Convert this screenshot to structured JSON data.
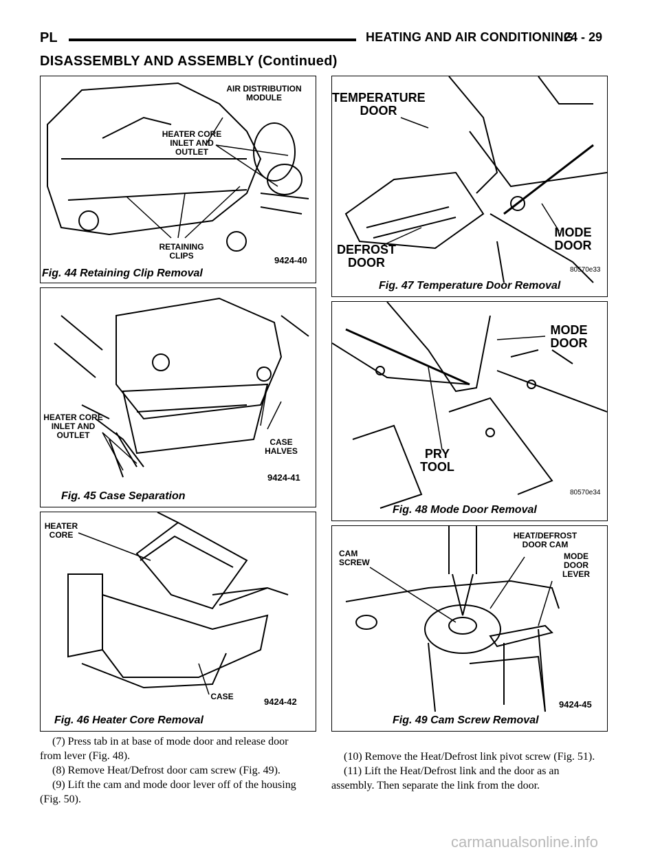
{
  "header": {
    "left": "PL",
    "right": "HEATING AND AIR CONDITIONING",
    "page": "24 - 29"
  },
  "section_title": "DISASSEMBLY AND ASSEMBLY (Continued)",
  "figures": {
    "fig44": {
      "caption": "Fig. 44 Retaining Clip Removal",
      "code": "9424-40",
      "labels": {
        "air_distribution": "AIR DISTRIBUTION\nMODULE",
        "heater_core": "HEATER CORE\nINLET AND\nOUTLET",
        "retaining_clips": "RETAINING\nCLIPS"
      }
    },
    "fig45": {
      "caption": "Fig. 45 Case Separation",
      "code": "9424-41",
      "labels": {
        "heater_core": "HEATER CORE\nINLET AND\nOUTLET",
        "case_halves": "CASE\nHALVES"
      }
    },
    "fig46": {
      "caption": "Fig. 46 Heater Core Removal",
      "code": "9424-42",
      "labels": {
        "heater_core": "HEATER\nCORE",
        "case": "CASE"
      }
    },
    "fig47": {
      "caption": "Fig. 47 Temperature Door Removal",
      "code": "80570e33",
      "labels": {
        "temperature_door": "TEMPERATURE\nDOOR",
        "defrost_door": "DEFROST\nDOOR",
        "mode_door": "MODE\nDOOR"
      }
    },
    "fig48": {
      "caption": "Fig. 48 Mode Door Removal",
      "code": "80570e34",
      "labels": {
        "mode_door": "MODE\nDOOR",
        "pry_tool": "PRY\nTOOL"
      }
    },
    "fig49": {
      "caption": "Fig. 49 Cam Screw Removal",
      "code": "9424-45",
      "labels": {
        "cam_screw": "CAM\nSCREW",
        "heat_defrost_cam": "HEAT/DEFROST\nDOOR CAM",
        "mode_door_lever": "MODE\nDOOR\nLEVER"
      }
    }
  },
  "body": {
    "left": [
      "(7) Press tab in at base of mode door and release door from lever (Fig. 48).",
      "(8) Remove Heat/Defrost door cam screw (Fig. 49).",
      "(9) Lift the cam and mode door lever off of the housing (Fig. 50)."
    ],
    "right": [
      "(10) Remove the Heat/Defrost link pivot screw (Fig. 51).",
      "(11) Lift the Heat/Defrost link and the door as an assembly. Then separate the link from the door."
    ]
  },
  "watermark": "carmanualsonline.info"
}
